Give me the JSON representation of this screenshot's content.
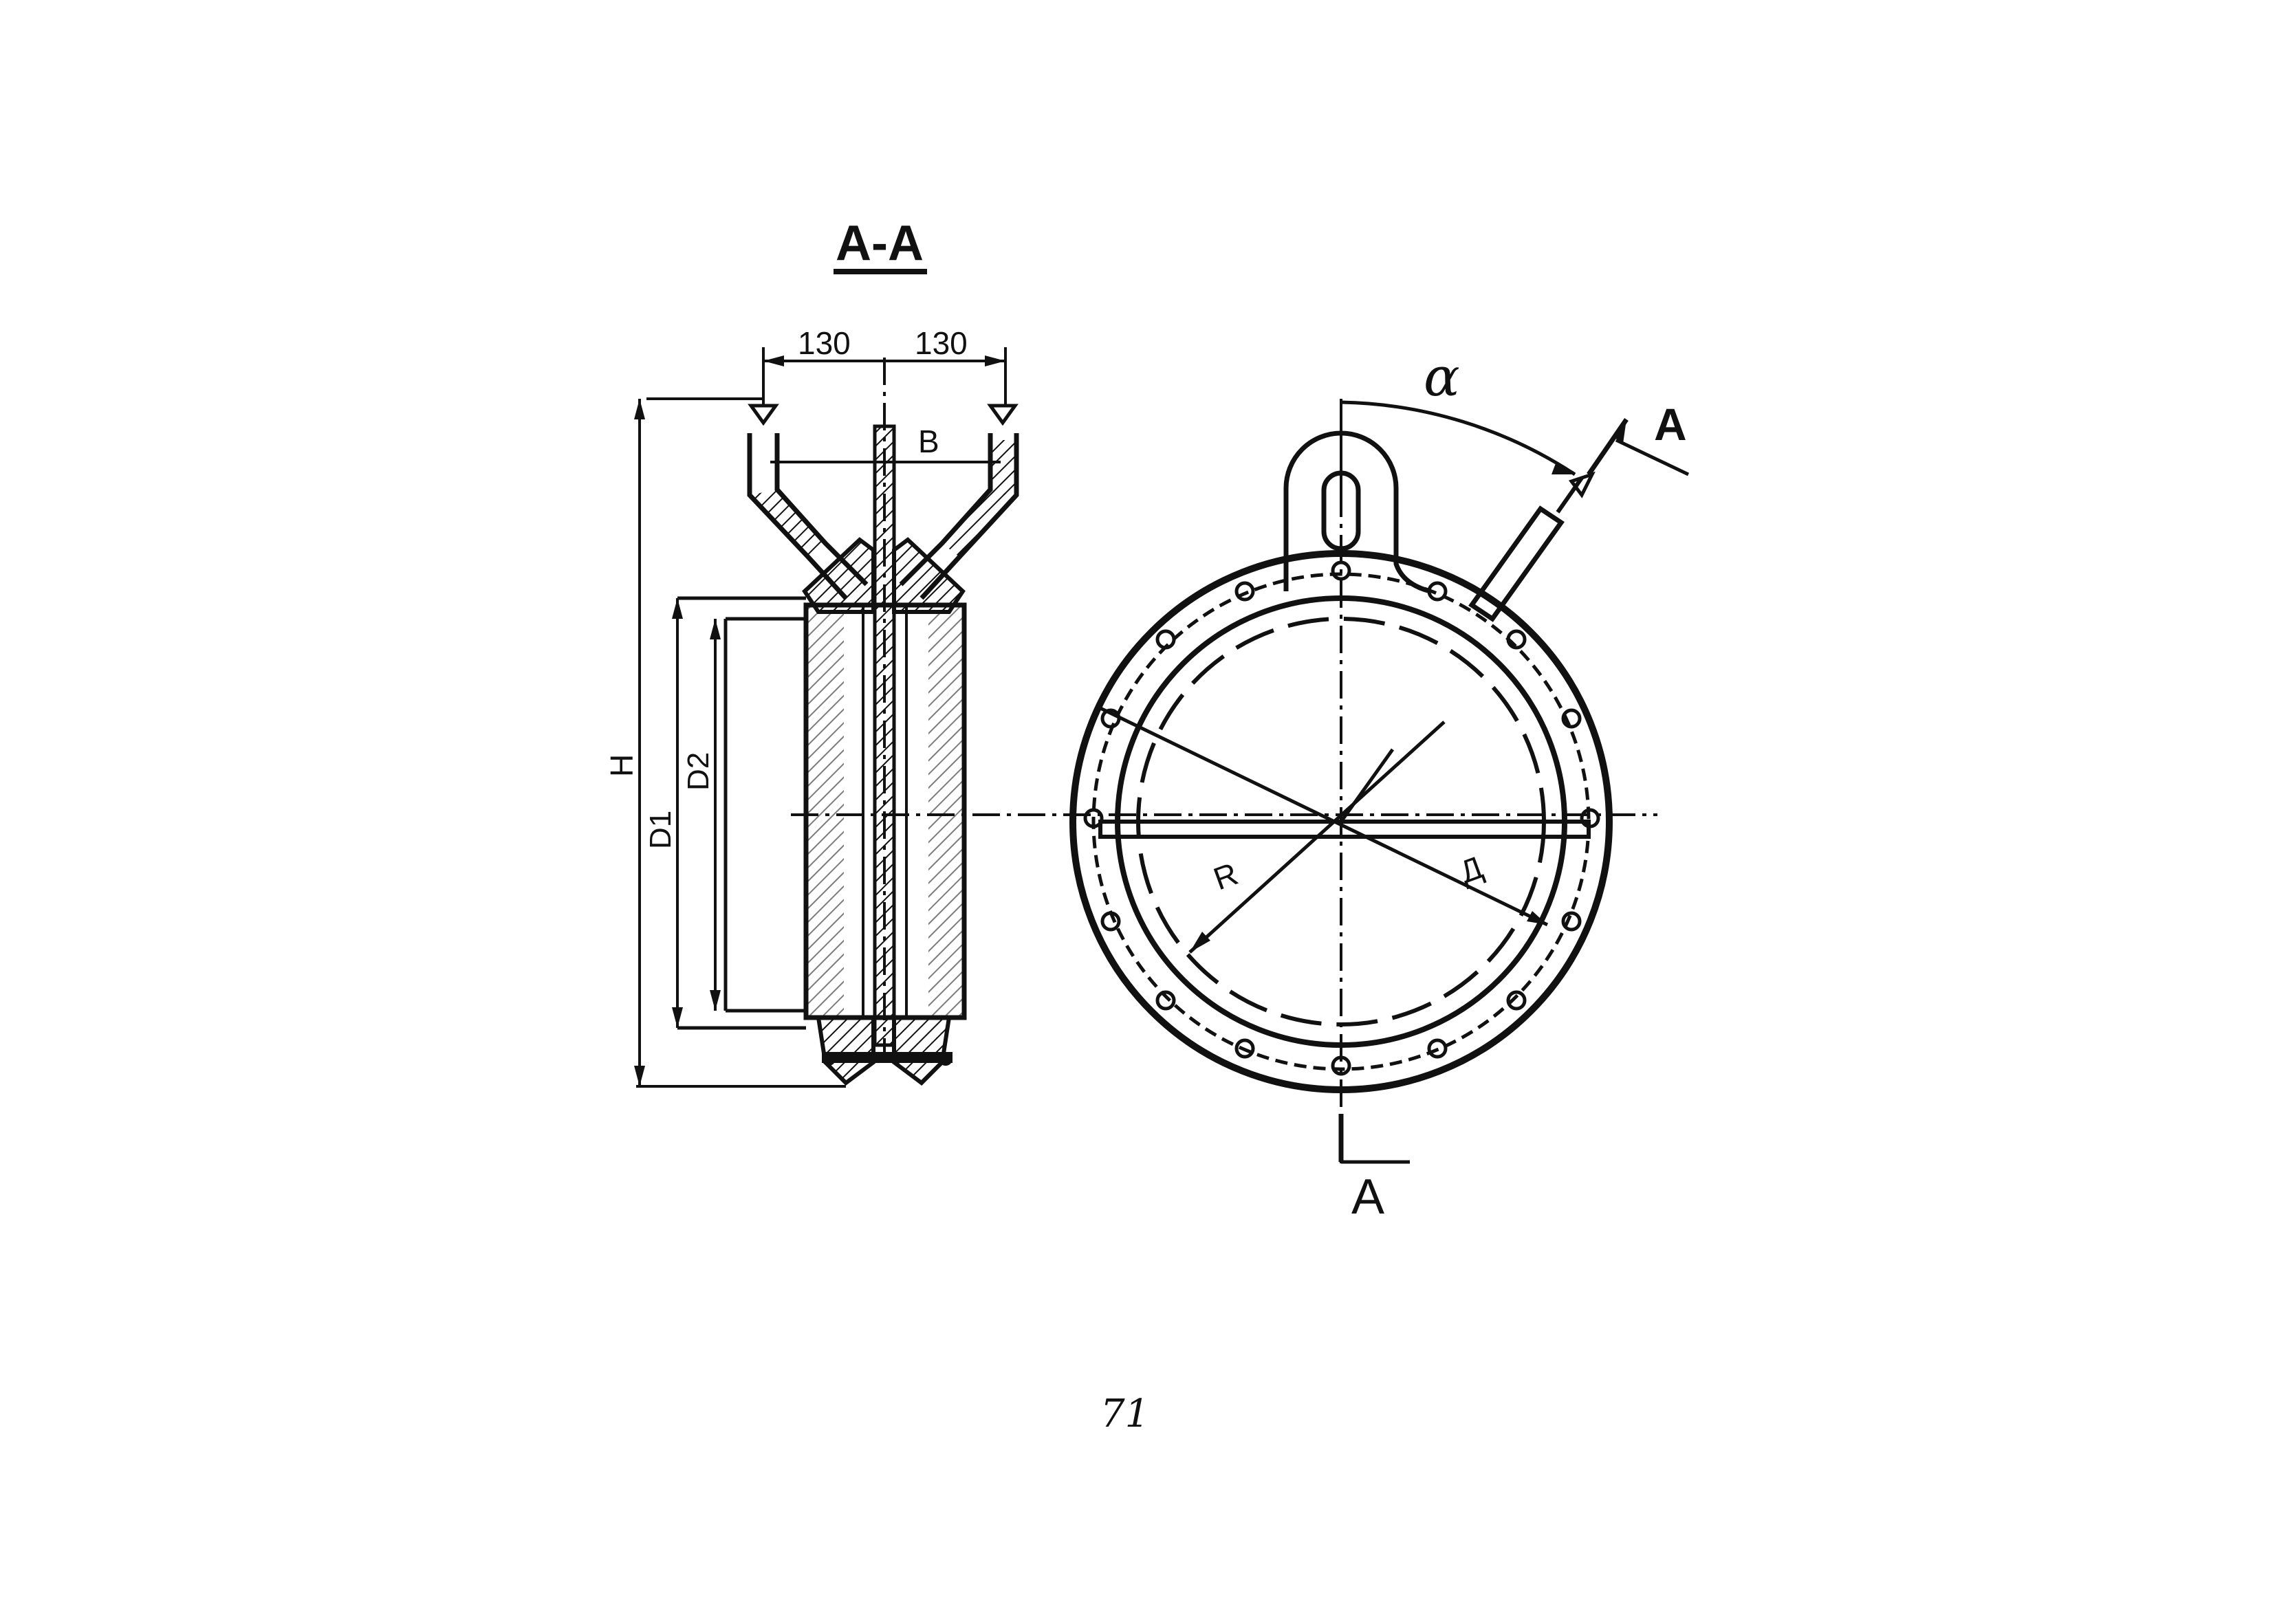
{
  "section_title": "A-A",
  "labels": {
    "dim_left": "130",
    "dim_right": "130",
    "b": "B",
    "h": "H",
    "d1": "D1",
    "d2": "D2",
    "r": "R",
    "d": "Д",
    "alpha": "α",
    "cut_top": "A",
    "cut_bottom": "A"
  },
  "page_number": "71",
  "colors": {
    "ink": "#111111",
    "paper": "#ffffff"
  }
}
